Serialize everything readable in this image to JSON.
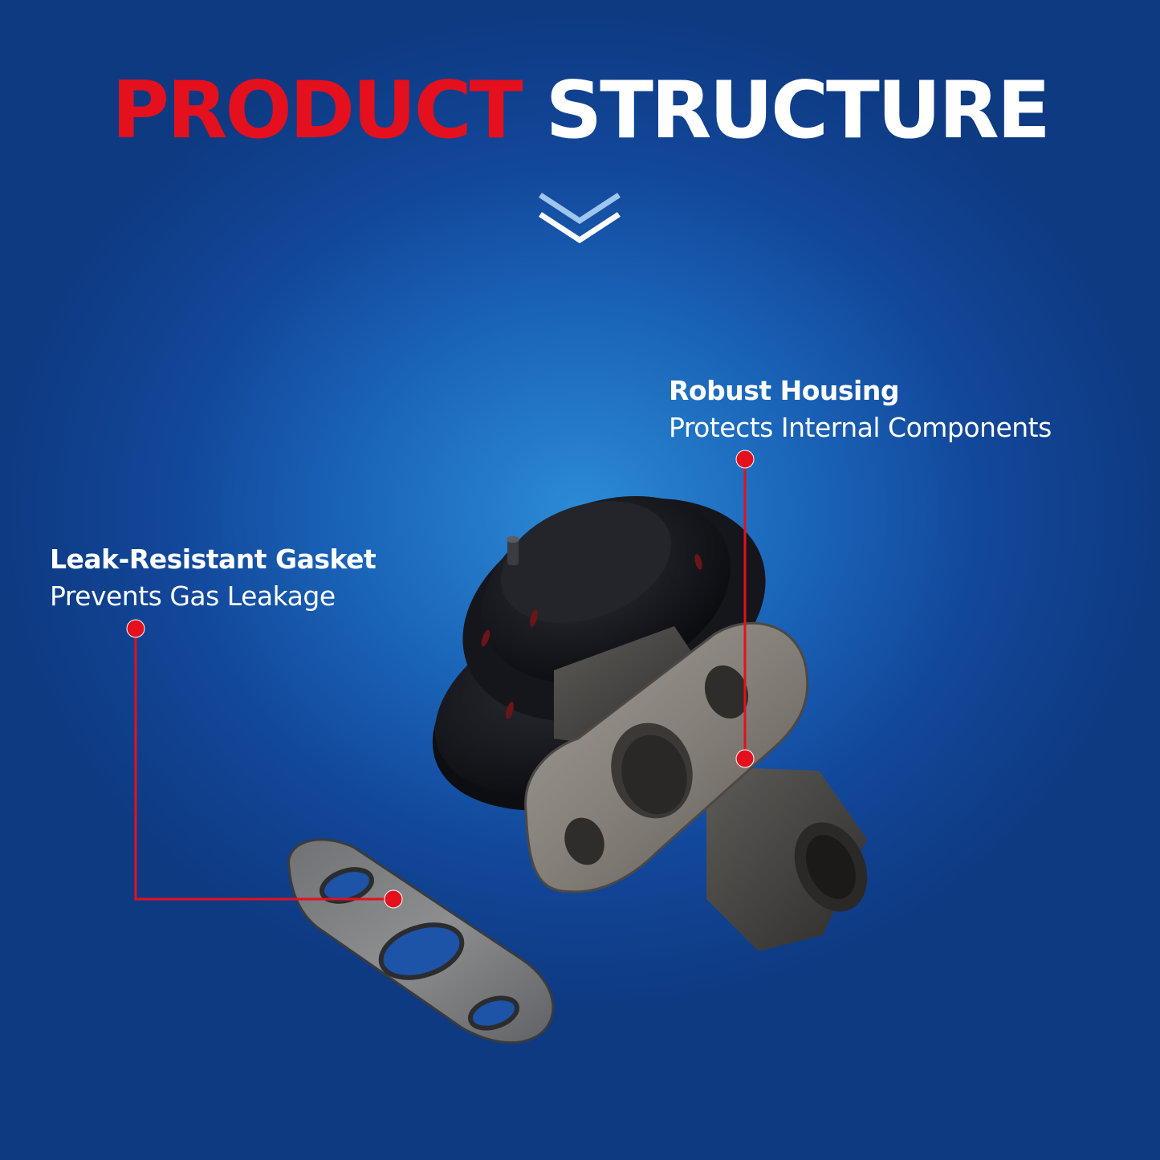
{
  "header": {
    "title_word1": "PRODUCT",
    "title_word2": "STRUCTURE"
  },
  "callouts": {
    "housing": {
      "title": "Robust Housing",
      "subtitle": "Protects Internal Components"
    },
    "gasket": {
      "title": "Leak-Resistant Gasket",
      "subtitle": "Prevents Gas Leakage"
    }
  },
  "colors": {
    "accent_red": "#e5101d",
    "background_blue": "#1a64b8",
    "text_white": "#ffffff"
  },
  "icons": {
    "scroll_indicator": "double-chevron-down-icon"
  }
}
